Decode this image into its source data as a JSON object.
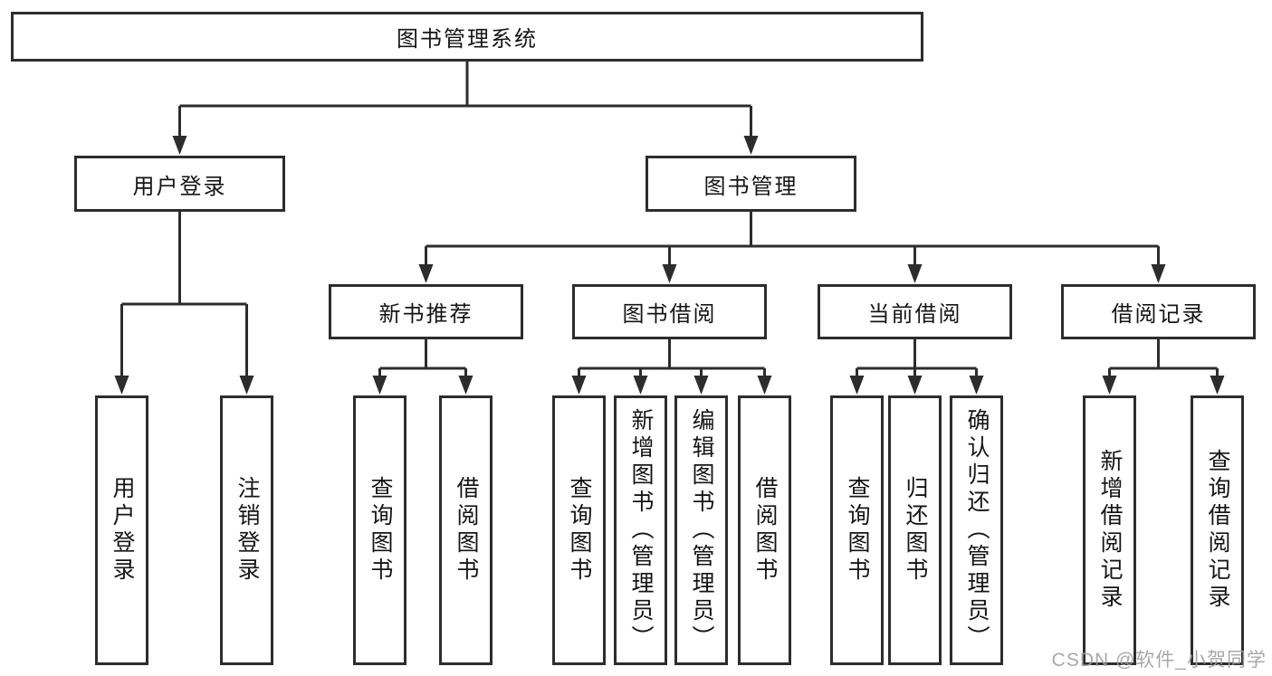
{
  "tree": {
    "root": "图书管理系统",
    "branches": [
      {
        "label": "用户登录",
        "leaves": [
          "用户登录",
          "注销登录"
        ]
      },
      {
        "label": "图书管理",
        "groups": [
          {
            "label": "新书推荐",
            "leaves": [
              "查询图书",
              "借阅图书"
            ]
          },
          {
            "label": "图书借阅",
            "leaves": [
              "查询图书",
              "新增图书（管理员）",
              "编辑图书（管理员）",
              "借阅图书"
            ]
          },
          {
            "label": "当前借阅",
            "leaves": [
              "查询图书",
              "归还图书",
              "确认归还（管理员）"
            ]
          },
          {
            "label": "借阅记录",
            "leaves": [
              "新增借阅记录",
              "查询借阅记录"
            ]
          }
        ]
      }
    ]
  },
  "watermark": {
    "text": "CSDN @软件_小贺同学",
    "color": "#9e9e9e"
  },
  "colors": {
    "line": "#2d2d2d",
    "box_border": "#2d2d2d",
    "text": "#151515",
    "background": "#ffffff"
  }
}
